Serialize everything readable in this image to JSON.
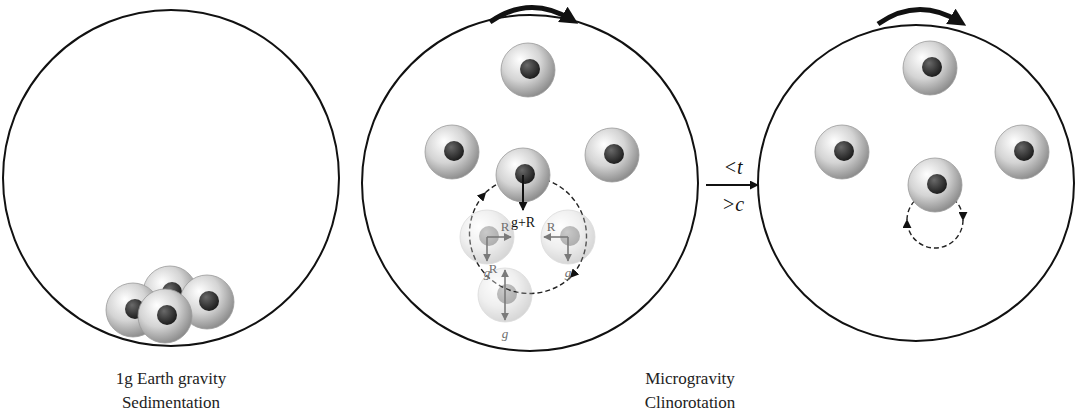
{
  "diagram": {
    "labels": [
      "g+R",
      "R",
      "R",
      "R",
      "g",
      "g",
      "g",
      "<t",
      ">c",
      "1g Earth gravity",
      "Sedimentation",
      "Microgravity",
      "Clinorotation"
    ]
  }
}
